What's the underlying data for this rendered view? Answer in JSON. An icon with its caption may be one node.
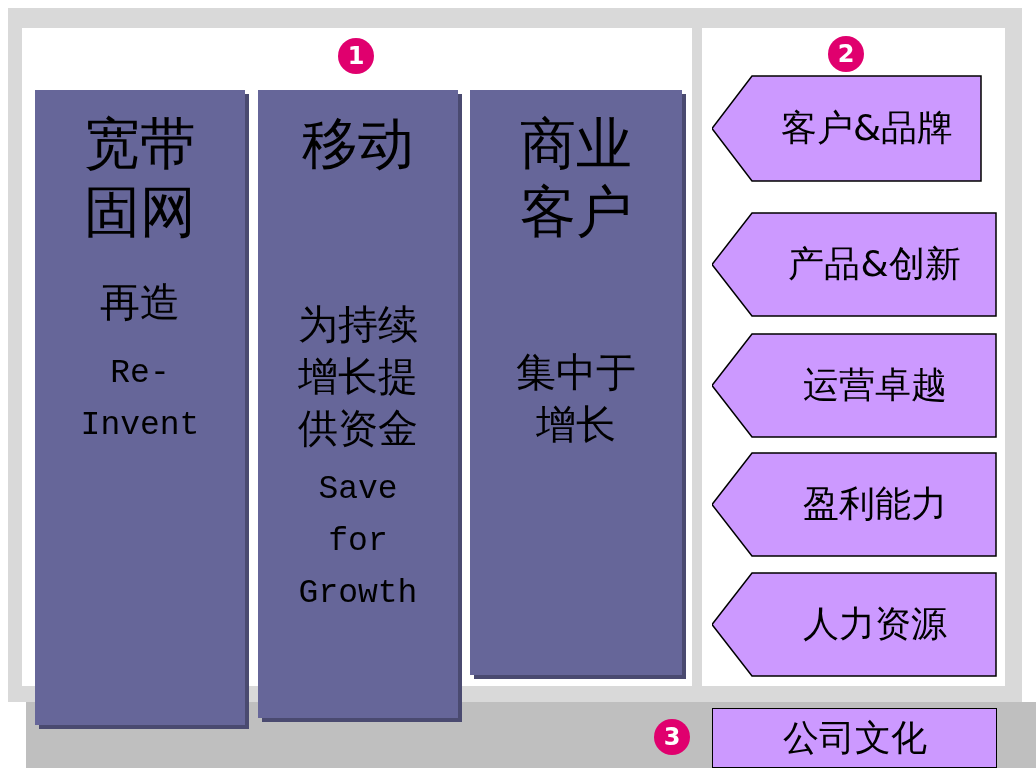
{
  "diagram": {
    "nodes": [
      {
        "text": [
          "宽带固网",
          "再造",
          "Re- Invent"
        ]
      },
      {
        "text": [
          "移动",
          "为持续增长提供资金",
          "Save for Growth"
        ]
      },
      {
        "text": [
          "商业客户",
          "集中于增长"
        ]
      },
      {
        "text": [
          "客户&品牌"
        ]
      },
      {
        "text": [
          "产品&创新"
        ]
      },
      {
        "text": [
          "运营卓越"
        ]
      },
      {
        "text": [
          "盈利能力"
        ]
      },
      {
        "text": [
          "人力资源"
        ]
      },
      {
        "text": [
          "公司文化"
        ]
      }
    ],
    "labels": [
      "1",
      "2",
      "3"
    ]
  }
}
